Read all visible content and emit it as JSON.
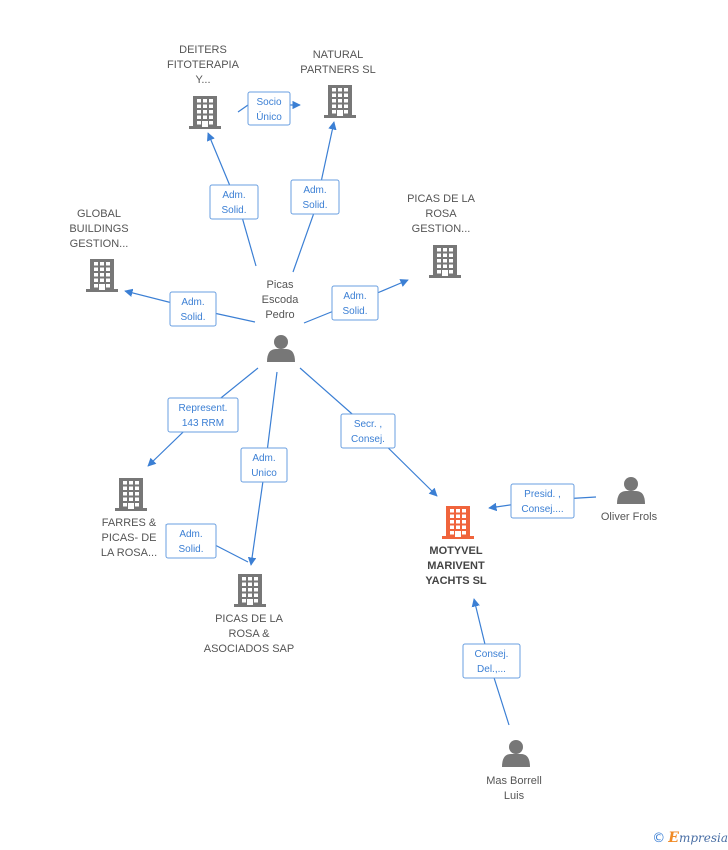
{
  "colors": {
    "edge": "#3b7fd4",
    "building": "#777777",
    "building_focus": "#f0643c",
    "person": "#777777"
  },
  "nodes": [
    {
      "id": "deiters",
      "type": "building-icon",
      "label": [
        "DEITERS",
        "FITOTERAPIA",
        "Y..."
      ]
    },
    {
      "id": "natural",
      "type": "building-icon",
      "label": [
        "NATURAL",
        "PARTNERS SL"
      ]
    },
    {
      "id": "global",
      "type": "building-icon",
      "label": [
        "GLOBAL",
        "BUILDINGS",
        "GESTION..."
      ]
    },
    {
      "id": "picas_gestion",
      "type": "building-icon",
      "label": [
        "PICAS DE LA",
        "ROSA",
        "GESTION..."
      ]
    },
    {
      "id": "picas_pedro",
      "type": "person-icon",
      "label": [
        "Picas",
        "Escoda",
        "Pedro"
      ]
    },
    {
      "id": "farres",
      "type": "building-icon",
      "label": [
        "FARRES &",
        "PICAS- DE",
        "LA ROSA..."
      ]
    },
    {
      "id": "picas_asociados",
      "type": "building-icon",
      "label": [
        "PICAS DE LA",
        "ROSA &",
        "ASOCIADOS SAP"
      ]
    },
    {
      "id": "motyvel",
      "type": "building-icon",
      "focus": true,
      "label": [
        "MOTYVEL",
        "MARIVENT",
        "YACHTS SL"
      ]
    },
    {
      "id": "oliver",
      "type": "person-icon",
      "label": [
        "Oliver Frols"
      ]
    },
    {
      "id": "mas_borrell",
      "type": "person-icon",
      "label": [
        "Mas Borrell",
        "Luis"
      ]
    }
  ],
  "edges": [
    {
      "id": "e1",
      "label": [
        "Socio",
        "Único"
      ]
    },
    {
      "id": "e2",
      "label": [
        "Adm.",
        "Solid."
      ]
    },
    {
      "id": "e3",
      "label": [
        "Adm.",
        "Solid."
      ]
    },
    {
      "id": "e4",
      "label": [
        "Adm.",
        "Solid."
      ]
    },
    {
      "id": "e5",
      "label": [
        "Adm.",
        "Solid."
      ]
    },
    {
      "id": "e6",
      "label": [
        "Represent.",
        "143 RRM"
      ]
    },
    {
      "id": "e7",
      "label": [
        "Adm.",
        "Unico"
      ]
    },
    {
      "id": "e8",
      "label": [
        "Secr. ,",
        "Consej."
      ]
    },
    {
      "id": "e9",
      "label": [
        "Adm.",
        "Solid."
      ]
    },
    {
      "id": "e10",
      "label": [
        "Presid. ,",
        "Consej...."
      ]
    },
    {
      "id": "e11",
      "label": [
        "Consej.",
        "Del.,..."
      ]
    }
  ],
  "footer": {
    "copyright": "©",
    "brand_first": "E",
    "brand_rest": "mpresia"
  }
}
